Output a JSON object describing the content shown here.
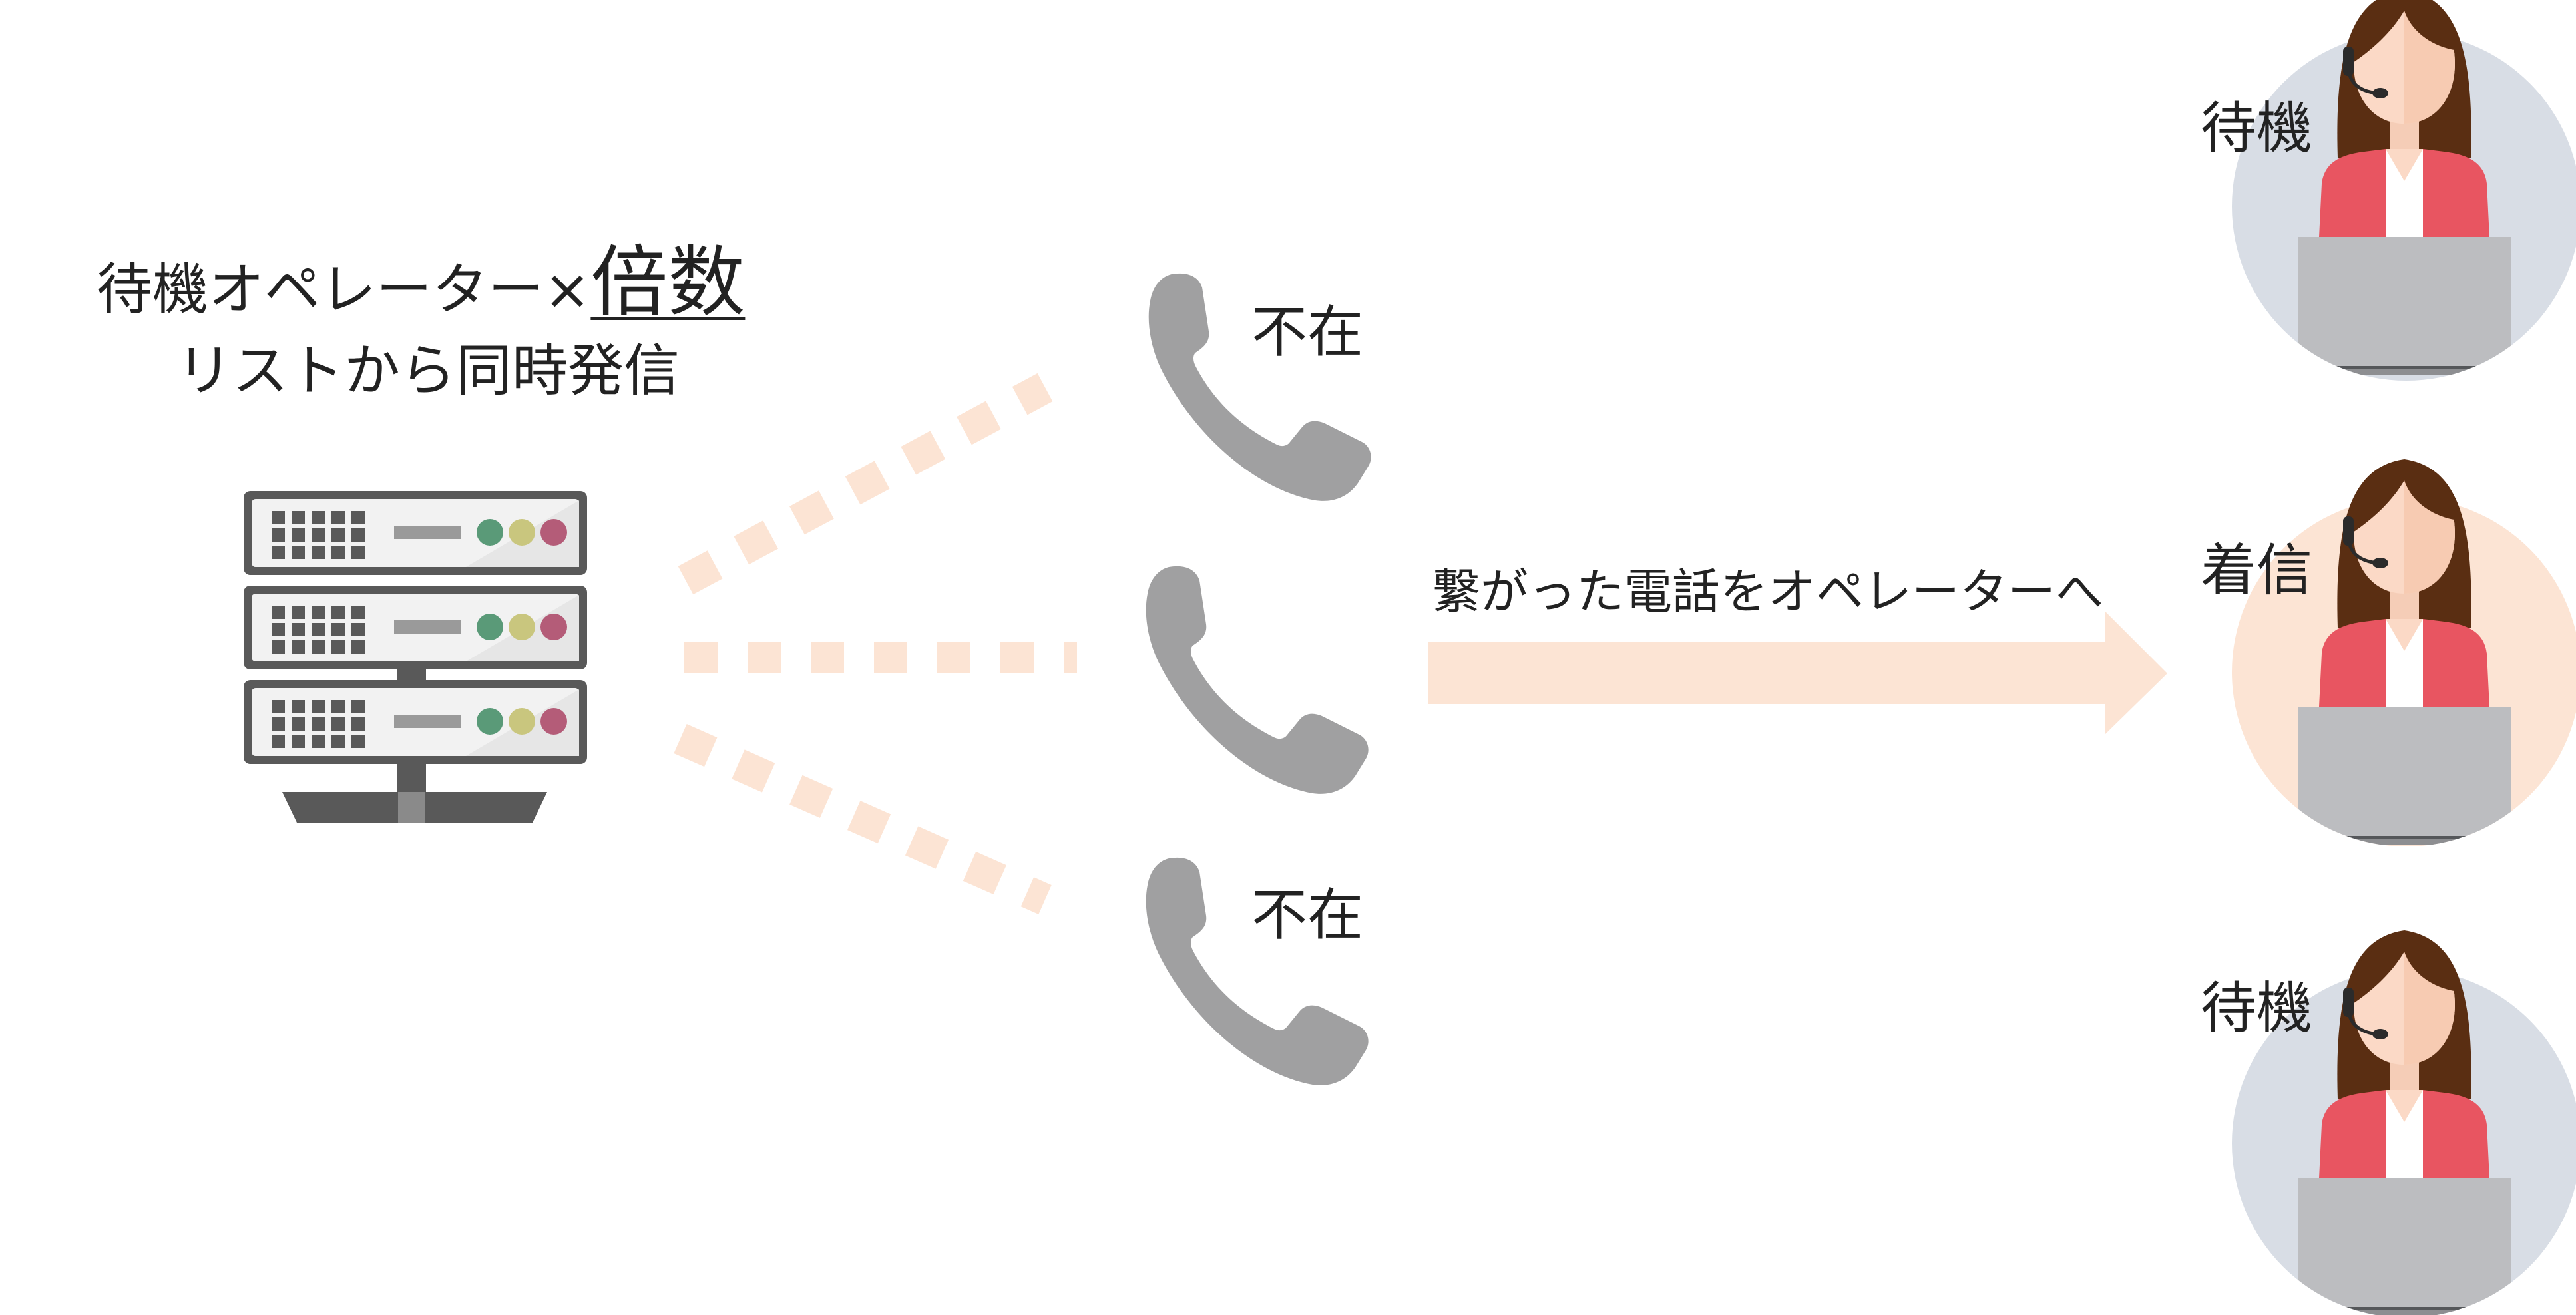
{
  "heading": {
    "line1_prefix": "待機オペレーター×",
    "line1_emphasis": "倍数",
    "line2": "リストから同時発信"
  },
  "calls": [
    {
      "status": "不在"
    },
    {
      "status": ""
    },
    {
      "status": "不在"
    }
  ],
  "connect_label": "繋がった電話をオペレーターへ",
  "operators": [
    {
      "status": "待機"
    },
    {
      "status": "着信"
    },
    {
      "status": "待機"
    }
  ],
  "colors": {
    "dash": "#fce4d4",
    "arrow": "#fce4d4",
    "phone": "#a0a0a1",
    "server_dark": "#595959",
    "server_panel": "#f2f2f2",
    "led_green": "#5a9a78",
    "led_yellow": "#c9c67e",
    "led_red": "#b45c78",
    "circle_idle": "#d8dde5",
    "circle_ringing": "#fce4d4",
    "hair": "#5a2e12",
    "skin": "#fbd9c6",
    "jacket": "#e85561",
    "laptop": "#bcbdc0"
  }
}
